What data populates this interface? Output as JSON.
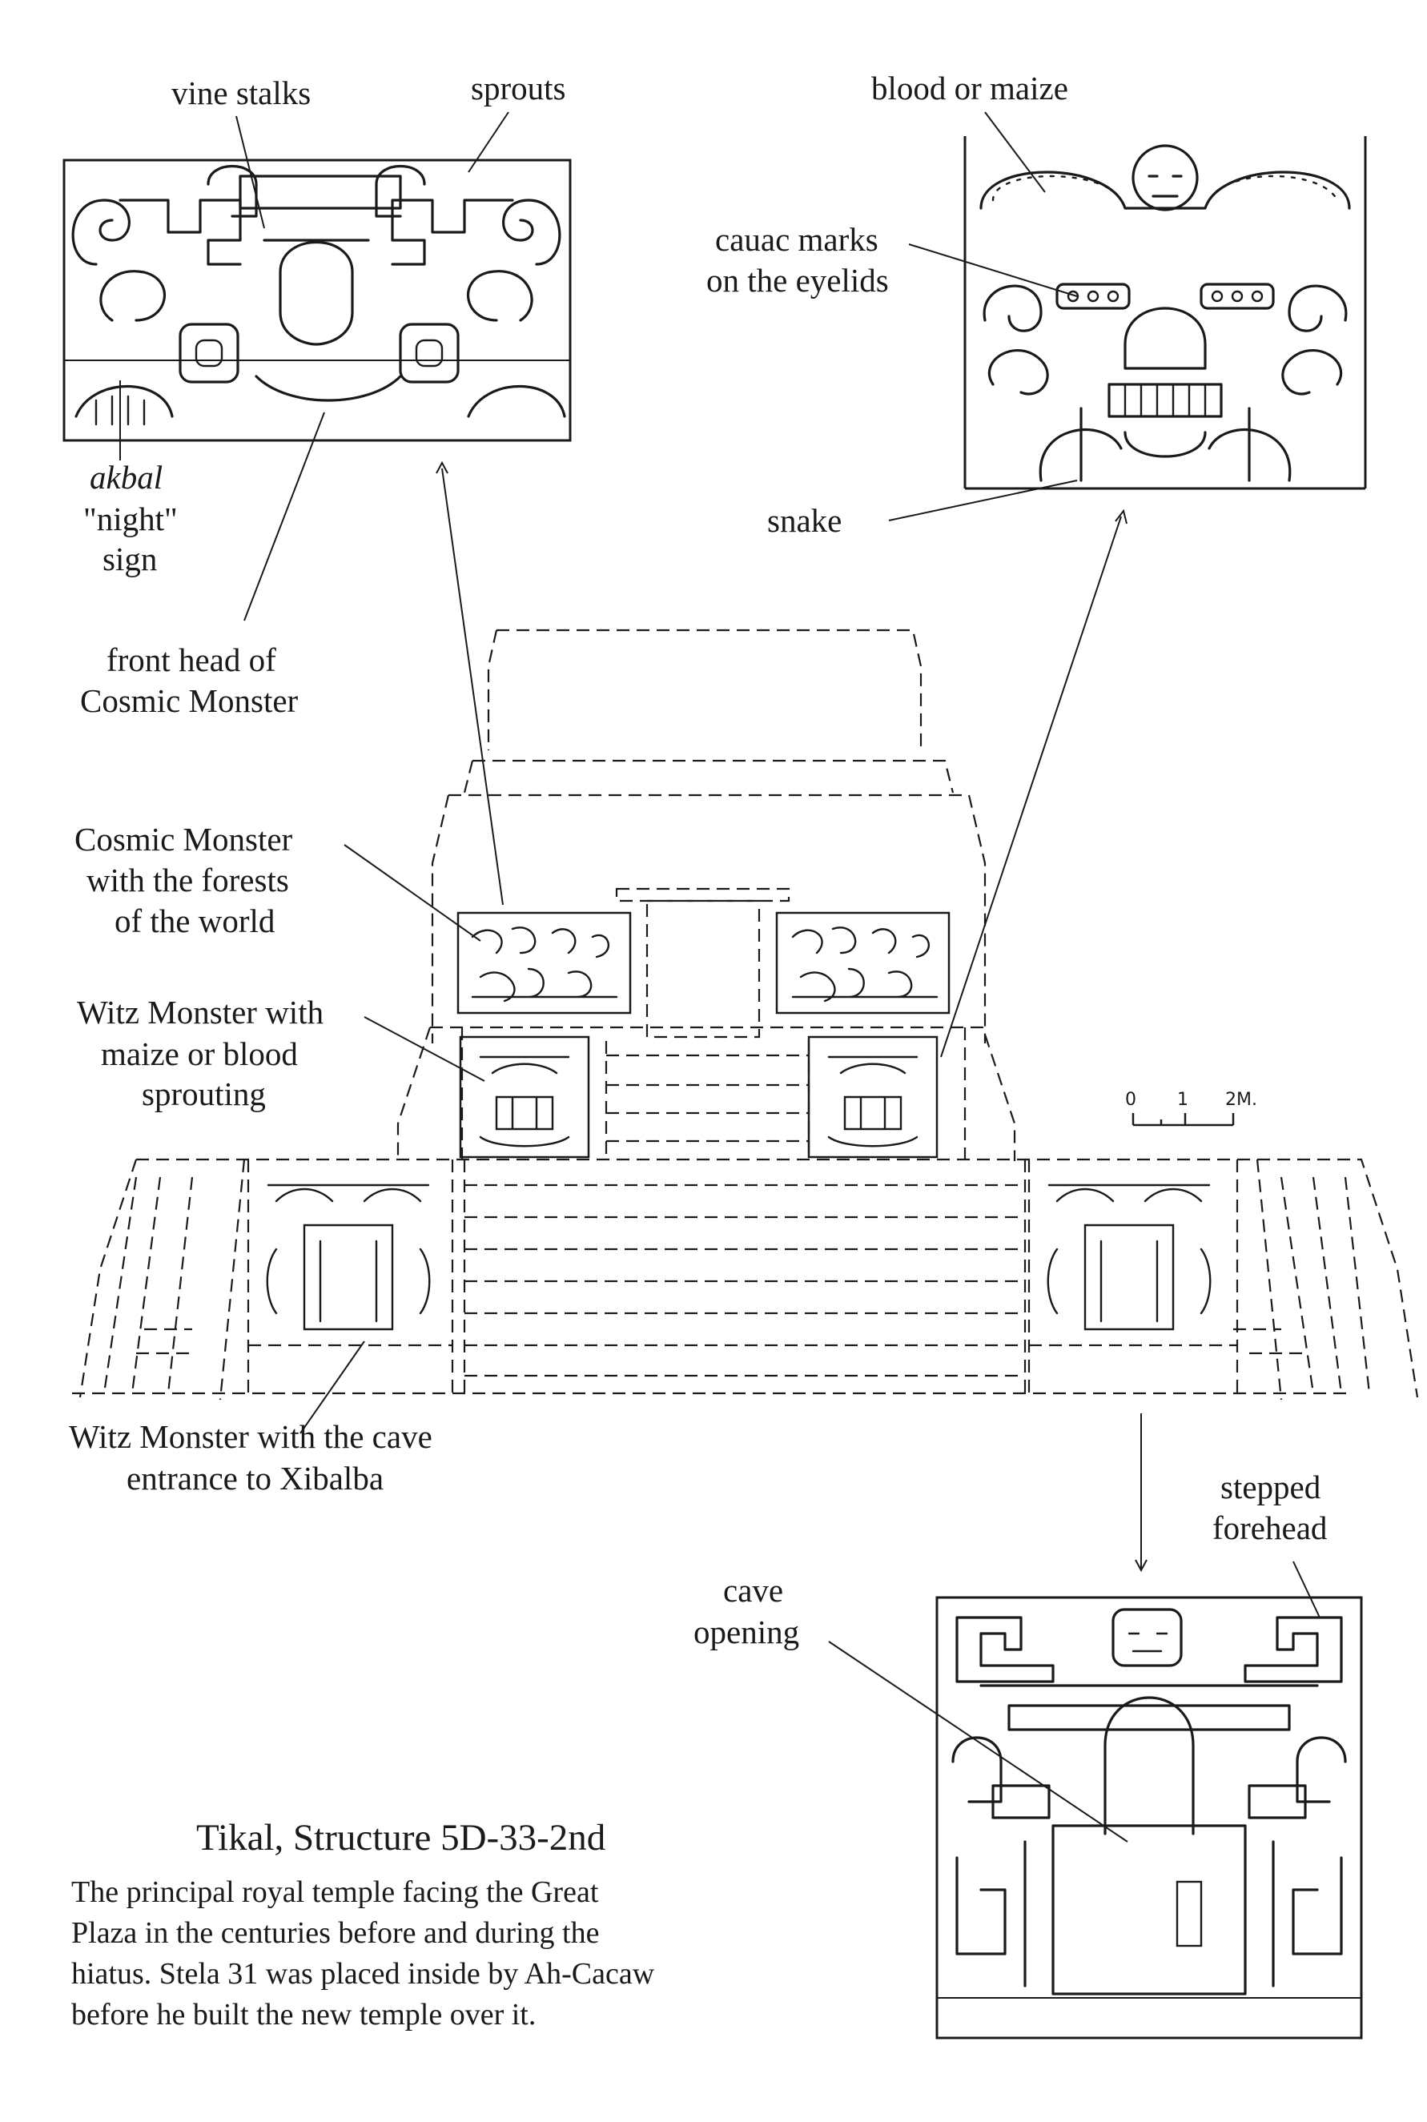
{
  "labels": {
    "vine_stalks": "vine stalks",
    "sprouts": "sprouts",
    "blood_or_maize": "blood or maize",
    "cauac_1": "cauac marks",
    "cauac_2": "on the eyelids",
    "akbal_1": "akbal",
    "akbal_2": "\"night\"",
    "akbal_3": "sign",
    "snake": "snake",
    "front_head_1": "front head of",
    "front_head_2": "Cosmic Monster",
    "cosmic_1": "Cosmic Monster",
    "cosmic_2": "with the forests",
    "cosmic_3": "of the world",
    "witz_blood_1": "Witz Monster with",
    "witz_blood_2": "maize or blood",
    "witz_blood_3": "sprouting",
    "witz_cave_1": "Witz Monster with the cave",
    "witz_cave_2": "entrance to Xibalba",
    "stepped_1": "stepped",
    "stepped_2": "forehead",
    "cave_1": "cave",
    "cave_2": "opening"
  },
  "scale_bar": {
    "tick_0": "0",
    "tick_1": "1",
    "tick_2": "2M."
  },
  "caption": {
    "title": "Tikal, Structure 5D-33-2nd",
    "line_1": "The principal royal temple facing the Great",
    "line_2": "Plaza in the centuries before and during the",
    "line_3": "hiatus. Stela 31 was placed inside by Ah-Cacaw",
    "line_4": "before he built the new temple over it."
  }
}
